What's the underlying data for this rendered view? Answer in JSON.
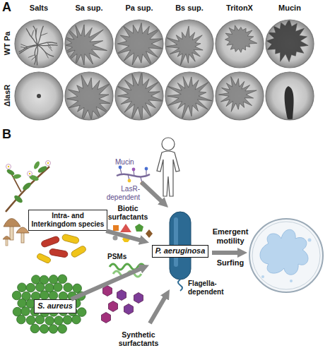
{
  "diagram": {
    "nodes": [
      {
        "text": [
          "Intra- and Interkingdom species"
        ]
      },
      {
        "text": [
          "S. aureus"
        ]
      },
      {
        "text": [
          "P. aeruginosa"
        ]
      }
    ],
    "edges": [
      {
        "from": 0,
        "to": 2,
        "arrow": "to"
      },
      {
        "from": 1,
        "to": 2,
        "arrow": "to"
      }
    ],
    "labels": [
      "A",
      "Salts",
      "Sa sup.",
      "Pa sup.",
      "Bs sup.",
      "TritonX",
      "Mucin",
      "WT Pa",
      "ΔlasR",
      "B",
      "Mucin",
      "LasR-dependent",
      "Biotic surfactants",
      "PSMs",
      "Synthetic surfactants",
      "Flagella-dependent",
      "Emergent motility",
      "Surfing"
    ]
  }
}
